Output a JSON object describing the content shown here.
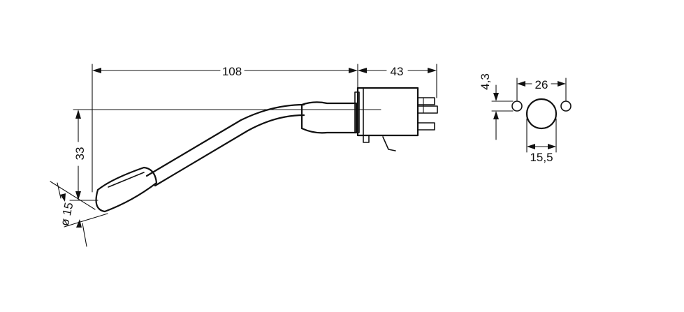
{
  "dimensions": {
    "lever_length": "108",
    "housing_length": "43",
    "lever_height": "33",
    "knob_diameter": "ø 15",
    "pin_offset": "4,3",
    "hole_spacing": "26",
    "center_hole_diameter": "15,5"
  }
}
